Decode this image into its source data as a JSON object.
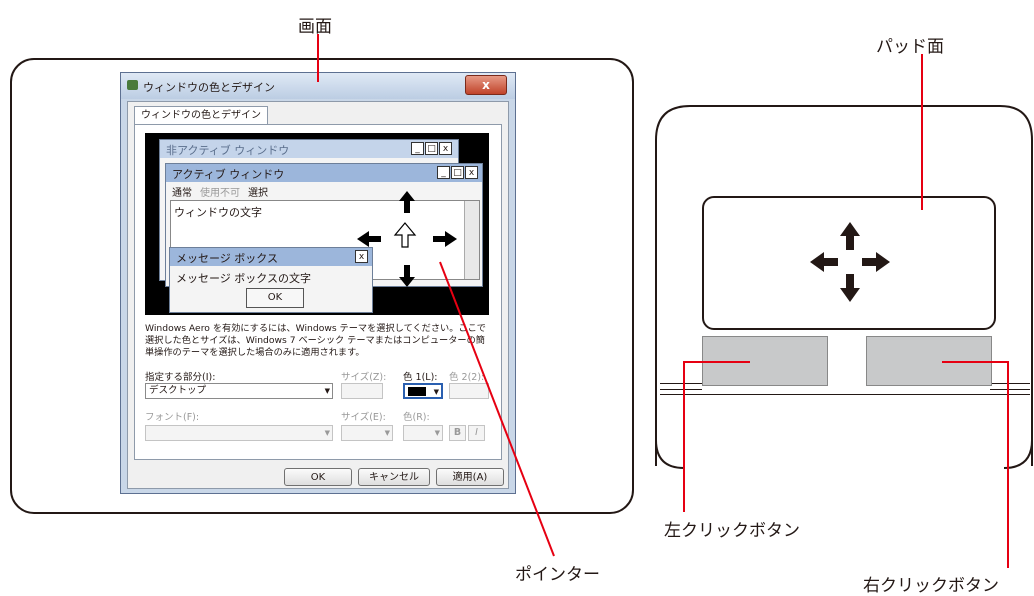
{
  "callouts": {
    "screen": "画面",
    "pad_surface": "パッド面",
    "pointer": "ポインター",
    "left_click": "左クリックボタン",
    "right_click": "右クリックボタン"
  },
  "dialog": {
    "title": "ウィンドウの色とデザイン",
    "close_glyph": "x",
    "tab_label": "ウィンドウの色とデザイン",
    "inactive_window_title": "非アクティブ ウィンドウ",
    "active_window_title": "アクティブ ウィンドウ",
    "window_controls": [
      "_",
      "□",
      "x"
    ],
    "menu_items": [
      "通常",
      "使用不可",
      "選択"
    ],
    "window_text": "ウィンドウの文字",
    "message_box_title": "メッセージ ボックス",
    "message_box_text": "メッセージ ボックスの文字",
    "message_box_ok": "OK",
    "note": "Windows Aero を有効にするには、Windows テーマを選択してください。ここで選択した色とサイズは、Windows 7 ベーシック テーマまたはコンピューターの簡単操作のテーマを選択した場合のみに適用されます。",
    "item_label": "指定する部分(I):",
    "item_value": "デスクトップ",
    "size_label": "サイズ(Z):",
    "color1_label": "色 1(L):",
    "color2_label": "色 2(2):",
    "font_label": "フォント(F):",
    "font_size_label": "サイズ(E):",
    "font_color_label": "色(R):",
    "bold_label": "B",
    "italic_label": "I",
    "ok_button": "OK",
    "cancel_button": "キャンセル",
    "apply_button": "適用(A)"
  },
  "colors": {
    "callout_line": "#e60012",
    "button_gray": "#c8c9ca"
  }
}
